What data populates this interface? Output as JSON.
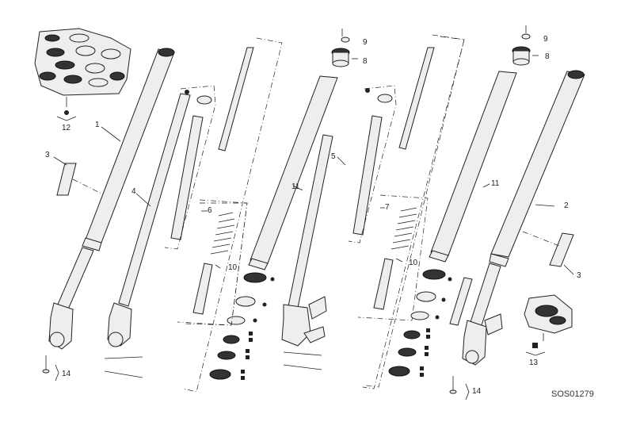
{
  "drawing_code": "SOS01279",
  "callouts": {
    "c1": "1",
    "c2": "2",
    "c3a": "3",
    "c3b": "3",
    "c4": "4",
    "c5": "5",
    "c6": "6",
    "c7": "7",
    "c8a": "8",
    "c8b": "8",
    "c9a": "9",
    "c9b": "9",
    "c10a": "10",
    "c10b": "10",
    "c11a": "11",
    "c11b": "11",
    "c12": "12",
    "c13": "13",
    "c14a": "14",
    "c14b": "14"
  },
  "icons": {
    "round_marker": "circle",
    "square_marker": "square"
  },
  "colors": {
    "line": "#222222",
    "fill_dark": "#333333",
    "fill_light": "#eeeeee"
  }
}
